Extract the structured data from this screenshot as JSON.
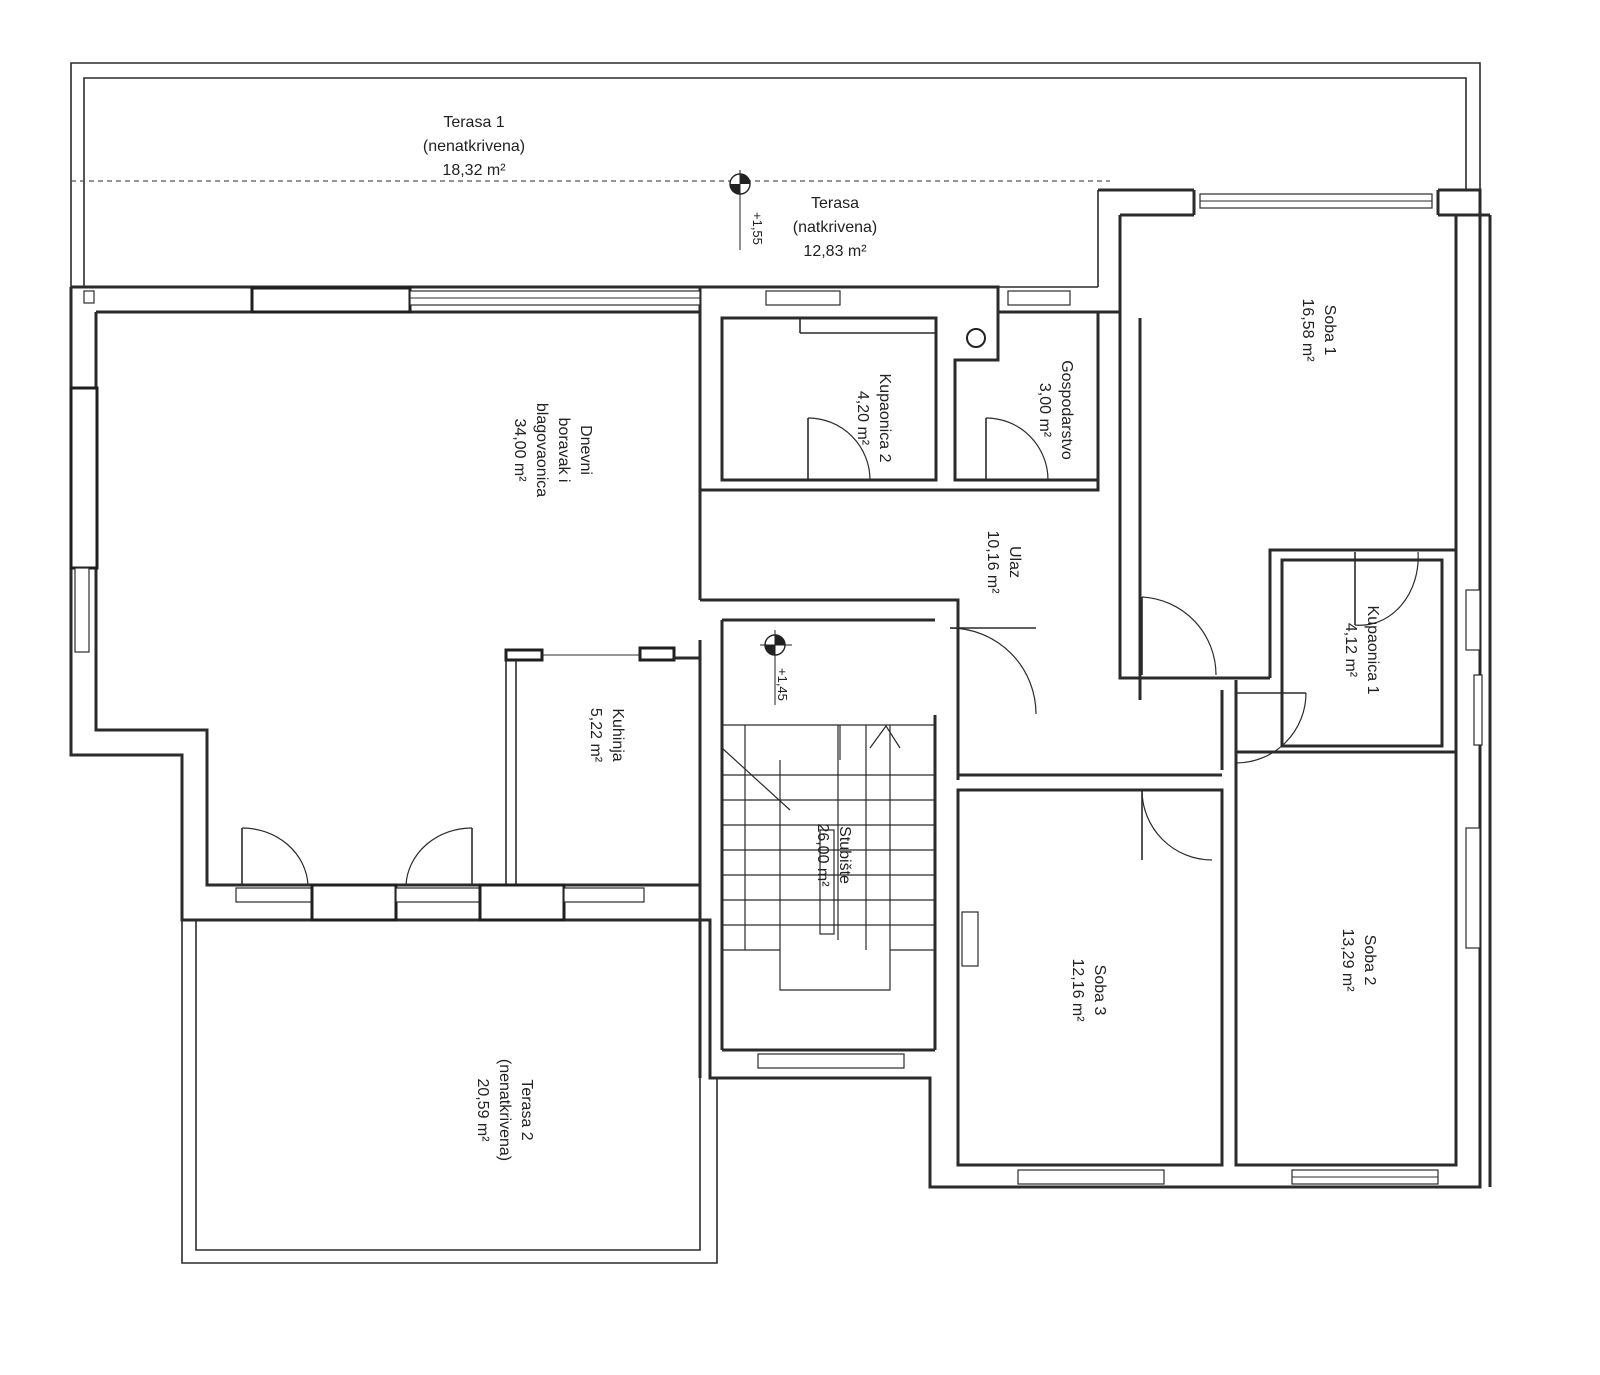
{
  "rooms": {
    "terasa1": {
      "name": "Terasa 1",
      "note": "(nenatkrivena)",
      "area": "18,32 m²"
    },
    "terasa_natkrivena": {
      "name": "Terasa",
      "note": "(natkrivena)",
      "area": "12,83 m²"
    },
    "dnevni": {
      "line1": "Dnevni",
      "line2": "boravak i",
      "line3": "blagovaonica",
      "area": "34,00 m²"
    },
    "kupaonica2": {
      "name": "Kupaonica 2",
      "area": "4,20 m²"
    },
    "gospodarstvo": {
      "name": "Gospodarstvo",
      "area": "3,00 m²"
    },
    "soba1": {
      "name": "Soba 1",
      "area": "16,58 m²"
    },
    "ulaz": {
      "name": "Ulaz",
      "area": "10,16 m²"
    },
    "kupaonica1": {
      "name": "Kupaonica 1",
      "area": "4,12 m²"
    },
    "kuhinja": {
      "name": "Kuhinja",
      "area": "5,22 m²"
    },
    "stubiste": {
      "name": "Stubište",
      "area": "26,00 m²"
    },
    "soba3": {
      "name": "Soba 3",
      "area": "12,16 m²"
    },
    "soba2": {
      "name": "Soba 2",
      "area": "13,29 m²"
    },
    "terasa2": {
      "name": "Terasa 2",
      "note": "(nenatkrivena)",
      "area": "20,59 m²"
    }
  },
  "levels": {
    "terrace": "+1,55",
    "stair": "+1,45"
  }
}
